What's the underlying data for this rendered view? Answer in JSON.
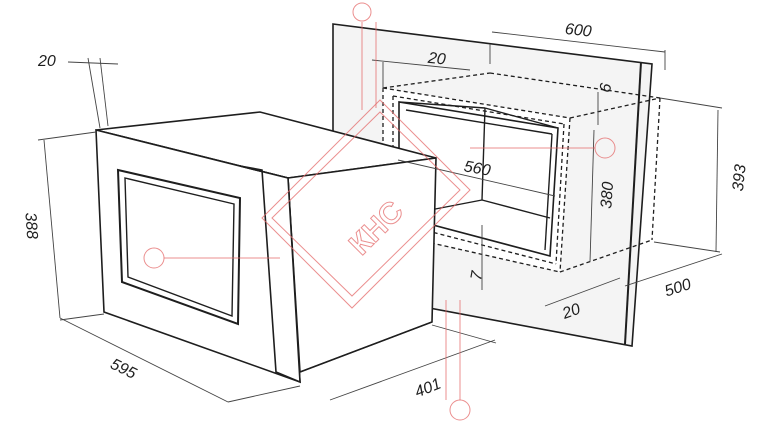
{
  "watermark": {
    "text": "КНС"
  },
  "dimensions": {
    "niche_width": "600",
    "panel_thickness_top": "20",
    "niche_inner_depth_offset": "6",
    "oven_frame_thickness": "20",
    "niche_inner_width": "560",
    "niche_inner_height": "380",
    "niche_total_height": "393",
    "niche_bottom_gap": "7",
    "niche_side_gap": "20",
    "niche_depth": "500",
    "oven_height": "388",
    "oven_width": "595",
    "oven_depth": "401"
  }
}
